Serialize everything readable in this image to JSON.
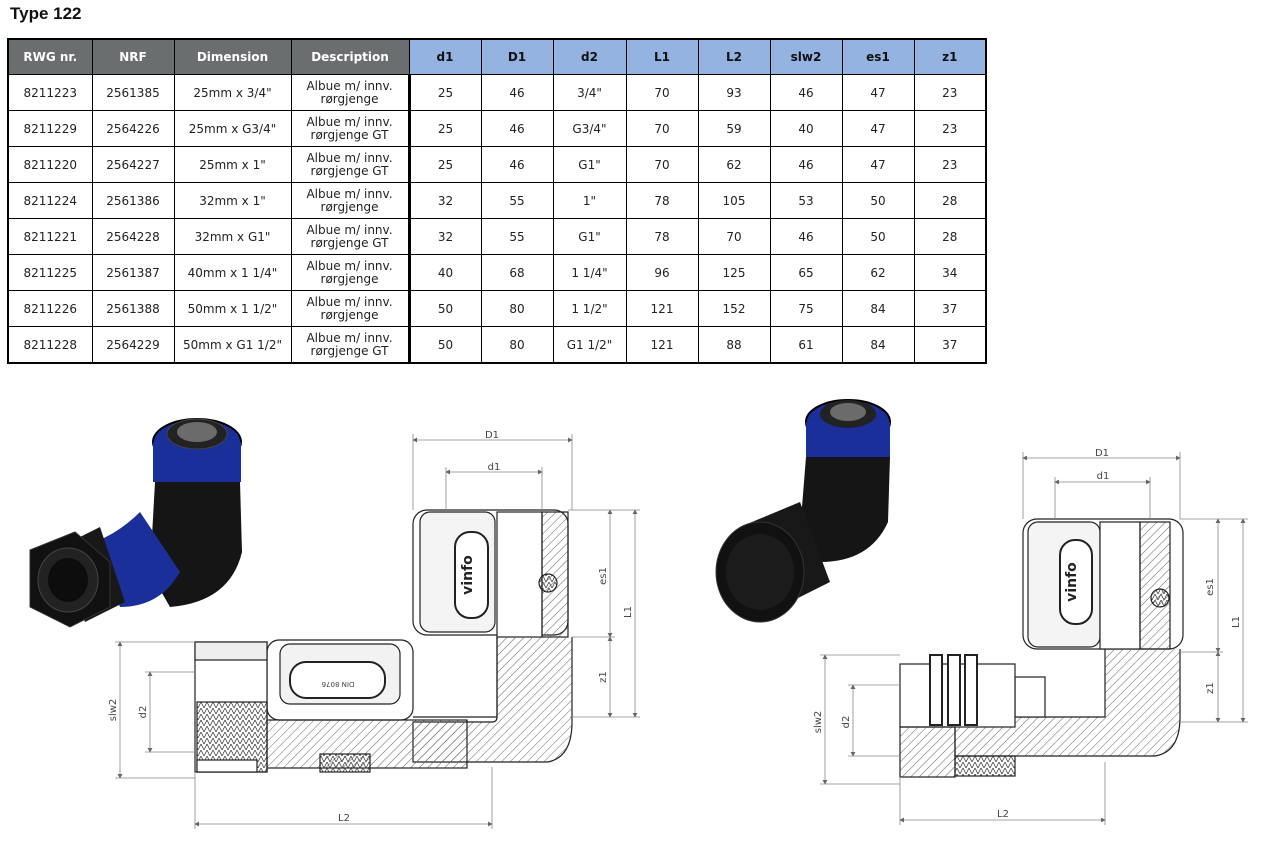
{
  "title": "Type 122",
  "table": {
    "headers": [
      "RWG nr.",
      "NRF",
      "Dimension",
      "Description",
      "d1",
      "D1",
      "d2",
      "L1",
      "L2",
      "slw2",
      "es1",
      "z1"
    ],
    "rows": [
      [
        "8211223",
        "2561385",
        "25mm x 3/4\"",
        "Albue m/ innv.",
        "rørgjenge",
        "25",
        "46",
        "3/4\"",
        "70",
        "93",
        "46",
        "47",
        "23"
      ],
      [
        "8211229",
        "2564226",
        "25mm x G3/4\"",
        "Albue m/ innv.",
        "rørgjenge GT",
        "25",
        "46",
        "G3/4\"",
        "70",
        "59",
        "40",
        "47",
        "23"
      ],
      [
        "8211220",
        "2564227",
        "25mm x 1\"",
        "Albue m/ innv.",
        "rørgjenge GT",
        "25",
        "46",
        "G1\"",
        "70",
        "62",
        "46",
        "47",
        "23"
      ],
      [
        "8211224",
        "2561386",
        "32mm x 1\"",
        "Albue m/ innv.",
        "rørgjenge",
        "32",
        "55",
        "1\"",
        "78",
        "105",
        "53",
        "50",
        "28"
      ],
      [
        "8211221",
        "2564228",
        "32mm x G1\"",
        "Albue m/ innv.",
        "rørgjenge GT",
        "32",
        "55",
        "G1\"",
        "78",
        "70",
        "46",
        "50",
        "28"
      ],
      [
        "8211225",
        "2561387",
        "40mm x 1 1/4\"",
        "Albue m/ innv.",
        "rørgjenge",
        "40",
        "68",
        "1 1/4\"",
        "96",
        "125",
        "65",
        "62",
        "34"
      ],
      [
        "8211226",
        "2561388",
        "50mm x 1 1/2\"",
        "Albue m/ innv.",
        "rørgjenge",
        "50",
        "80",
        "1 1/2\"",
        "121",
        "152",
        "75",
        "84",
        "37"
      ],
      [
        "8211228",
        "2564229",
        "50mm x G1 1/2\"",
        "Albue m/ innv.",
        "rørgjenge GT",
        "50",
        "80",
        "G1 1/2\"",
        "121",
        "88",
        "61",
        "84",
        "37"
      ]
    ]
  },
  "drawings": {
    "left": {
      "labels": {
        "D1": "D1",
        "d1": "d1",
        "es1": "es1",
        "L1": "L1",
        "z1": "z1",
        "slw2": "slw2",
        "d2": "d2",
        "L2": "L2"
      },
      "nut_text": "DIN 8076",
      "logo_text": "vinfo"
    },
    "right": {
      "labels": {
        "D1": "D1",
        "d1": "d1",
        "es1": "es1",
        "L1": "L1",
        "z1": "z1",
        "slw2": "slw2",
        "d2": "d2",
        "L2": "L2"
      },
      "logo_text": "vinfo"
    }
  },
  "colors": {
    "header_grey": "#6b6e6f",
    "header_blue": "#95b3e0",
    "fitting_blue": "#1a2f9a",
    "fitting_black": "#151515"
  }
}
